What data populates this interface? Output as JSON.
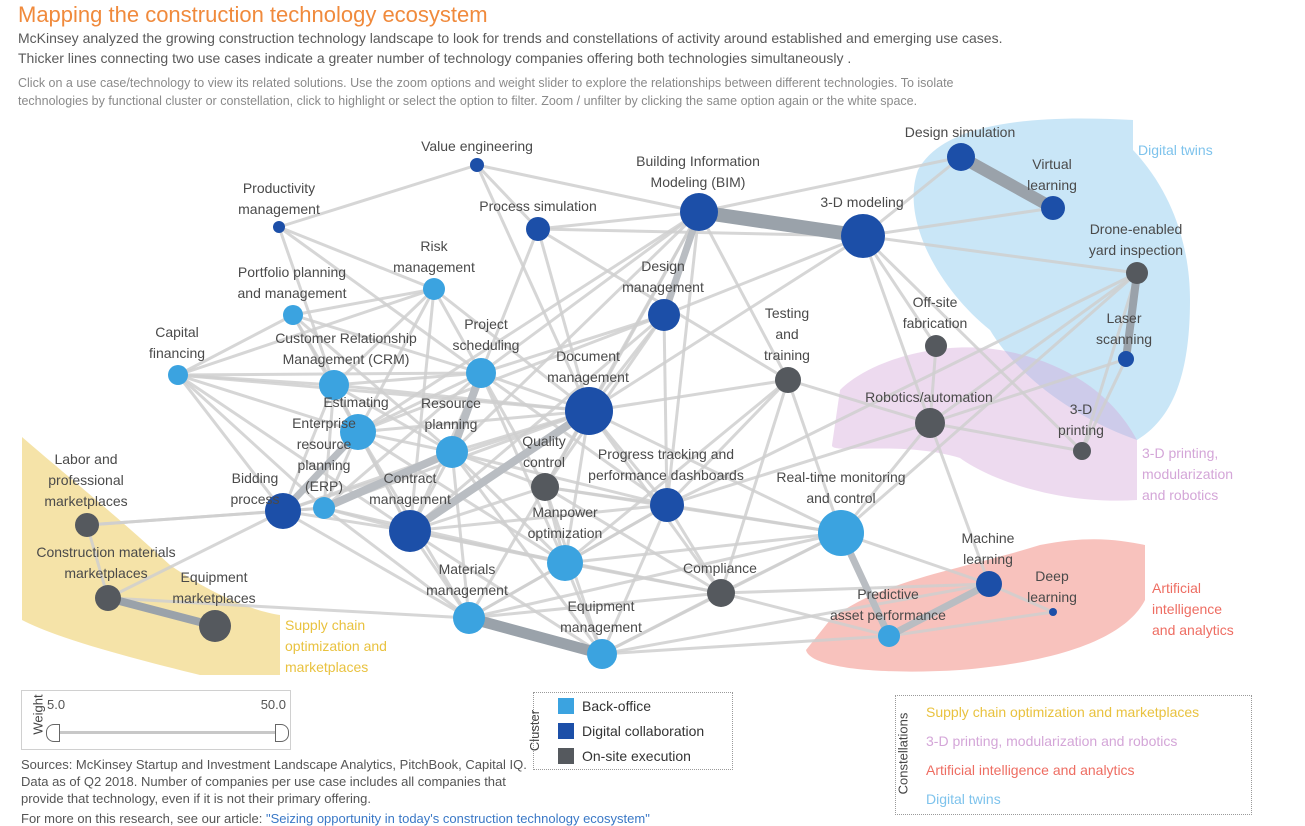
{
  "header": {
    "title": "Mapping the construction technology ecosystem",
    "subtitle_line1": "McKinsey analyzed the growing construction technology landscape to look for trends and  constellations of activity around established  and emerging use cases.",
    "subtitle_line2": "Thicker lines connecting two use cases indicate a greater number of technology companies offering both technologies simultaneously .",
    "instructions_line1": "Click on a use case/technology to view its related solutions. Use the zoom options and weight slider to explore the relationships between different technologies. To isolate",
    "instructions_line2": "technologies by functional cluster or constellation, click to highlight or select the option to filter.  Zoom / unfilter by clicking the same option again or the white space."
  },
  "colors": {
    "back_office": "#3ba3e0",
    "digital_collaboration": "#1c4fa8",
    "on_site_execution": "#55595e",
    "supply_chain": "#e9c23f",
    "printing": "#d4a6d8",
    "ai": "#ee6d62",
    "digital_twins": "#7ec3ec",
    "edge": "#c5c5c5",
    "title": "#f08a3c"
  },
  "nodes": [
    {
      "id": "value_engineering",
      "label": [
        "Value engineering"
      ],
      "cluster": "digital_collaboration"
    },
    {
      "id": "productivity_management",
      "label": [
        "Productivity",
        "management"
      ],
      "cluster": "digital_collaboration"
    },
    {
      "id": "process_simulation",
      "label": [
        "Process simulation"
      ],
      "cluster": "digital_collaboration"
    },
    {
      "id": "bim",
      "label": [
        "Building Information",
        "Modeling (BIM)"
      ],
      "cluster": "digital_collaboration"
    },
    {
      "id": "modeling_3d",
      "label": [
        "3-D modeling"
      ],
      "cluster": "digital_collaboration"
    },
    {
      "id": "design_simulation",
      "label": [
        "Design simulation"
      ],
      "cluster": "digital_collaboration"
    },
    {
      "id": "virtual_learning",
      "label": [
        "Virtual",
        "learning"
      ],
      "cluster": "digital_collaboration"
    },
    {
      "id": "drone_yard",
      "label": [
        "Drone-enabled",
        "yard inspection"
      ],
      "cluster": "on_site_execution"
    },
    {
      "id": "laser_scanning",
      "label": [
        "Laser",
        "scanning"
      ],
      "cluster": "digital_collaboration"
    },
    {
      "id": "risk_management",
      "label": [
        "Risk",
        "management"
      ],
      "cluster": "back_office"
    },
    {
      "id": "portfolio",
      "label": [
        "Portfolio planning",
        "and management"
      ],
      "cluster": "back_office"
    },
    {
      "id": "capital_financing",
      "label": [
        "Capital",
        "financing"
      ],
      "cluster": "back_office"
    },
    {
      "id": "crm",
      "label": [
        "Customer Relationship",
        "Management (CRM)"
      ],
      "cluster": "back_office"
    },
    {
      "id": "project_scheduling",
      "label": [
        "Project",
        "scheduling"
      ],
      "cluster": "back_office"
    },
    {
      "id": "design_management",
      "label": [
        "Design",
        "management"
      ],
      "cluster": "digital_collaboration"
    },
    {
      "id": "document_management",
      "label": [
        "Document",
        "management"
      ],
      "cluster": "digital_collaboration"
    },
    {
      "id": "testing_training",
      "label": [
        "Testing",
        "and",
        "training"
      ],
      "cluster": "on_site_execution"
    },
    {
      "id": "offsite_fab",
      "label": [
        "Off-site",
        "fabrication"
      ],
      "cluster": "on_site_execution"
    },
    {
      "id": "robotics",
      "label": [
        "Robotics/automation"
      ],
      "cluster": "on_site_execution"
    },
    {
      "id": "printing_3d",
      "label": [
        "3-D",
        "printing"
      ],
      "cluster": "on_site_execution"
    },
    {
      "id": "estimating",
      "label": [
        "Estimating"
      ],
      "cluster": "back_office"
    },
    {
      "id": "erp",
      "label": [
        "Enterprise",
        "resource",
        "planning",
        "(ERP)"
      ],
      "cluster": "back_office"
    },
    {
      "id": "resource_planning",
      "label": [
        "Resource",
        "planning"
      ],
      "cluster": "back_office"
    },
    {
      "id": "quality_control",
      "label": [
        "Quality",
        "control"
      ],
      "cluster": "on_site_execution"
    },
    {
      "id": "progress_tracking",
      "label": [
        "Progress tracking and",
        "performance dashboards"
      ],
      "cluster": "digital_collaboration"
    },
    {
      "id": "realtime_monitoring",
      "label": [
        "Real-time monitoring",
        "and control"
      ],
      "cluster": "back_office"
    },
    {
      "id": "bidding",
      "label": [
        "Bidding",
        "process"
      ],
      "cluster": "digital_collaboration"
    },
    {
      "id": "contract_management",
      "label": [
        "Contract",
        "management"
      ],
      "cluster": "digital_collaboration"
    },
    {
      "id": "manpower",
      "label": [
        "Manpower",
        "optimization"
      ],
      "cluster": "back_office"
    },
    {
      "id": "labor_marketplaces",
      "label": [
        "Labor and",
        "professional",
        "marketplaces"
      ],
      "cluster": "on_site_execution"
    },
    {
      "id": "construction_materials",
      "label": [
        "Construction materials",
        "marketplaces"
      ],
      "cluster": "on_site_execution"
    },
    {
      "id": "equipment_marketplaces",
      "label": [
        "Equipment",
        "marketplaces"
      ],
      "cluster": "on_site_execution"
    },
    {
      "id": "materials_management",
      "label": [
        "Materials",
        "management"
      ],
      "cluster": "back_office"
    },
    {
      "id": "equipment_management",
      "label": [
        "Equipment",
        "management"
      ],
      "cluster": "back_office"
    },
    {
      "id": "compliance",
      "label": [
        "Compliance"
      ],
      "cluster": "on_site_execution"
    },
    {
      "id": "machine_learning",
      "label": [
        "Machine",
        "learning"
      ],
      "cluster": "digital_collaboration"
    },
    {
      "id": "deep_learning",
      "label": [
        "Deep",
        "learning"
      ],
      "cluster": "digital_collaboration"
    },
    {
      "id": "predictive_asset",
      "label": [
        "Predictive",
        "asset performance"
      ],
      "cluster": "back_office"
    }
  ],
  "edges_thick": [
    [
      "bim",
      "modeling_3d"
    ],
    [
      "design_simulation",
      "virtual_learning"
    ],
    [
      "drone_yard",
      "laser_scanning"
    ],
    [
      "construction_materials",
      "equipment_marketplaces"
    ],
    [
      "materials_management",
      "equipment_management"
    ],
    [
      "erp",
      "resource_planning"
    ],
    [
      "contract_management",
      "document_management"
    ],
    [
      "bidding",
      "estimating"
    ],
    [
      "realtime_monitoring",
      "predictive_asset"
    ],
    [
      "machine_learning",
      "predictive_asset"
    ],
    [
      "design_management",
      "bim"
    ],
    [
      "project_scheduling",
      "resource_planning"
    ]
  ],
  "constellations": [
    {
      "id": "digital_twins",
      "label": "Digital twins",
      "color": "#7ec3ec"
    },
    {
      "id": "printing",
      "label": [
        "3-D printing,",
        "modularization",
        "and robotics"
      ],
      "color": "#d4a6d8"
    },
    {
      "id": "ai",
      "label": [
        "Artificial",
        "intelligence",
        "and analytics"
      ],
      "color": "#ee6d62"
    },
    {
      "id": "supply_chain",
      "label": [
        "Supply chain",
        "optimization and",
        "marketplaces"
      ],
      "color": "#e9c23f"
    }
  ],
  "weight_slider": {
    "label": "Weight",
    "min": "5.0",
    "max": "50.0"
  },
  "cluster_legend": {
    "title": "Cluster",
    "items": [
      {
        "label": "Back-office",
        "color": "#3ba3e0"
      },
      {
        "label": "Digital collaboration",
        "color": "#1c4fa8"
      },
      {
        "label": "On-site execution",
        "color": "#55595e"
      }
    ]
  },
  "constellation_legend": {
    "title": "Constellations",
    "items": [
      {
        "label": "Supply chain optimization and marketplaces",
        "color": "#e9c23f"
      },
      {
        "label": "3-D printing, modularization and robotics",
        "color": "#d4a6d8"
      },
      {
        "label": "Artificial intelligence and analytics",
        "color": "#ee6d62"
      },
      {
        "label": "Digital twins",
        "color": "#7ec3ec"
      }
    ]
  },
  "sources": "Sources: McKinsey Startup and Investment Landscape Analytics, PitchBook, Capital IQ.  Data as of Q2 2018. Number of companies per use case includes all companies that provide that technology, even if it is not their primary offering.",
  "more_info": {
    "prefix": "For more on this research, see our article:",
    "link": "\"Seizing opportunity in today's construction technology ecosystem\""
  }
}
